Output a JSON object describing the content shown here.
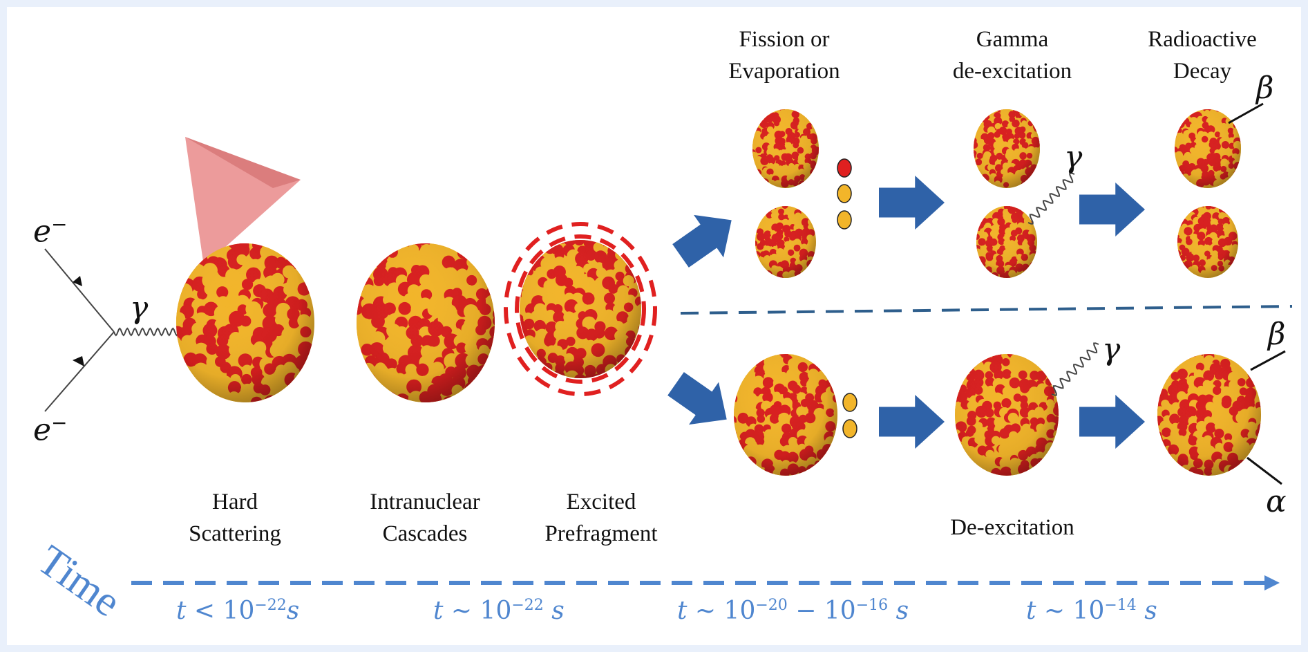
{
  "stages": [
    {
      "id": "hard",
      "line1": "Hard",
      "line2": "Scattering"
    },
    {
      "id": "cascade",
      "line1": "Intranuclear",
      "line2": "Cascades"
    },
    {
      "id": "prefrag",
      "line1": "Excited",
      "line2": "Prefragment"
    }
  ],
  "upper_branch": [
    {
      "line1": "Fission or",
      "line2": "Evaporation"
    },
    {
      "line1": "Gamma",
      "line2": "de-excitation"
    },
    {
      "line1": "Radioactive",
      "line2": "Decay"
    }
  ],
  "lower_branch_label": "De-excitation",
  "time_axis": {
    "word": "Time",
    "labels": [
      {
        "var": "t",
        "rel": "<",
        "base": "10",
        "exp": "−22",
        "unit": "s"
      },
      {
        "var": "t",
        "rel": "~",
        "base": "10",
        "exp": "−22",
        "unit": "s"
      },
      {
        "var": "t",
        "rel": "~",
        "base": "10",
        "exp": "−20",
        "sep": "−",
        "base2": "10",
        "exp2": "−16",
        "unit": "s"
      },
      {
        "var": "t",
        "rel": "~",
        "base": "10",
        "exp": "−14",
        "unit": "s"
      }
    ]
  },
  "particles": {
    "electron": "e",
    "electron_charge": "−",
    "gamma": "γ",
    "beta": "β",
    "alpha": "α"
  },
  "colors": {
    "time_axis": "#4f86cf",
    "arrow": "#2f62a8",
    "divider": "#2e5e8c",
    "nucleon_red": "#d81f1f",
    "nucleon_yellow": "#f2b52a",
    "excitation_ring": "#e02020"
  }
}
